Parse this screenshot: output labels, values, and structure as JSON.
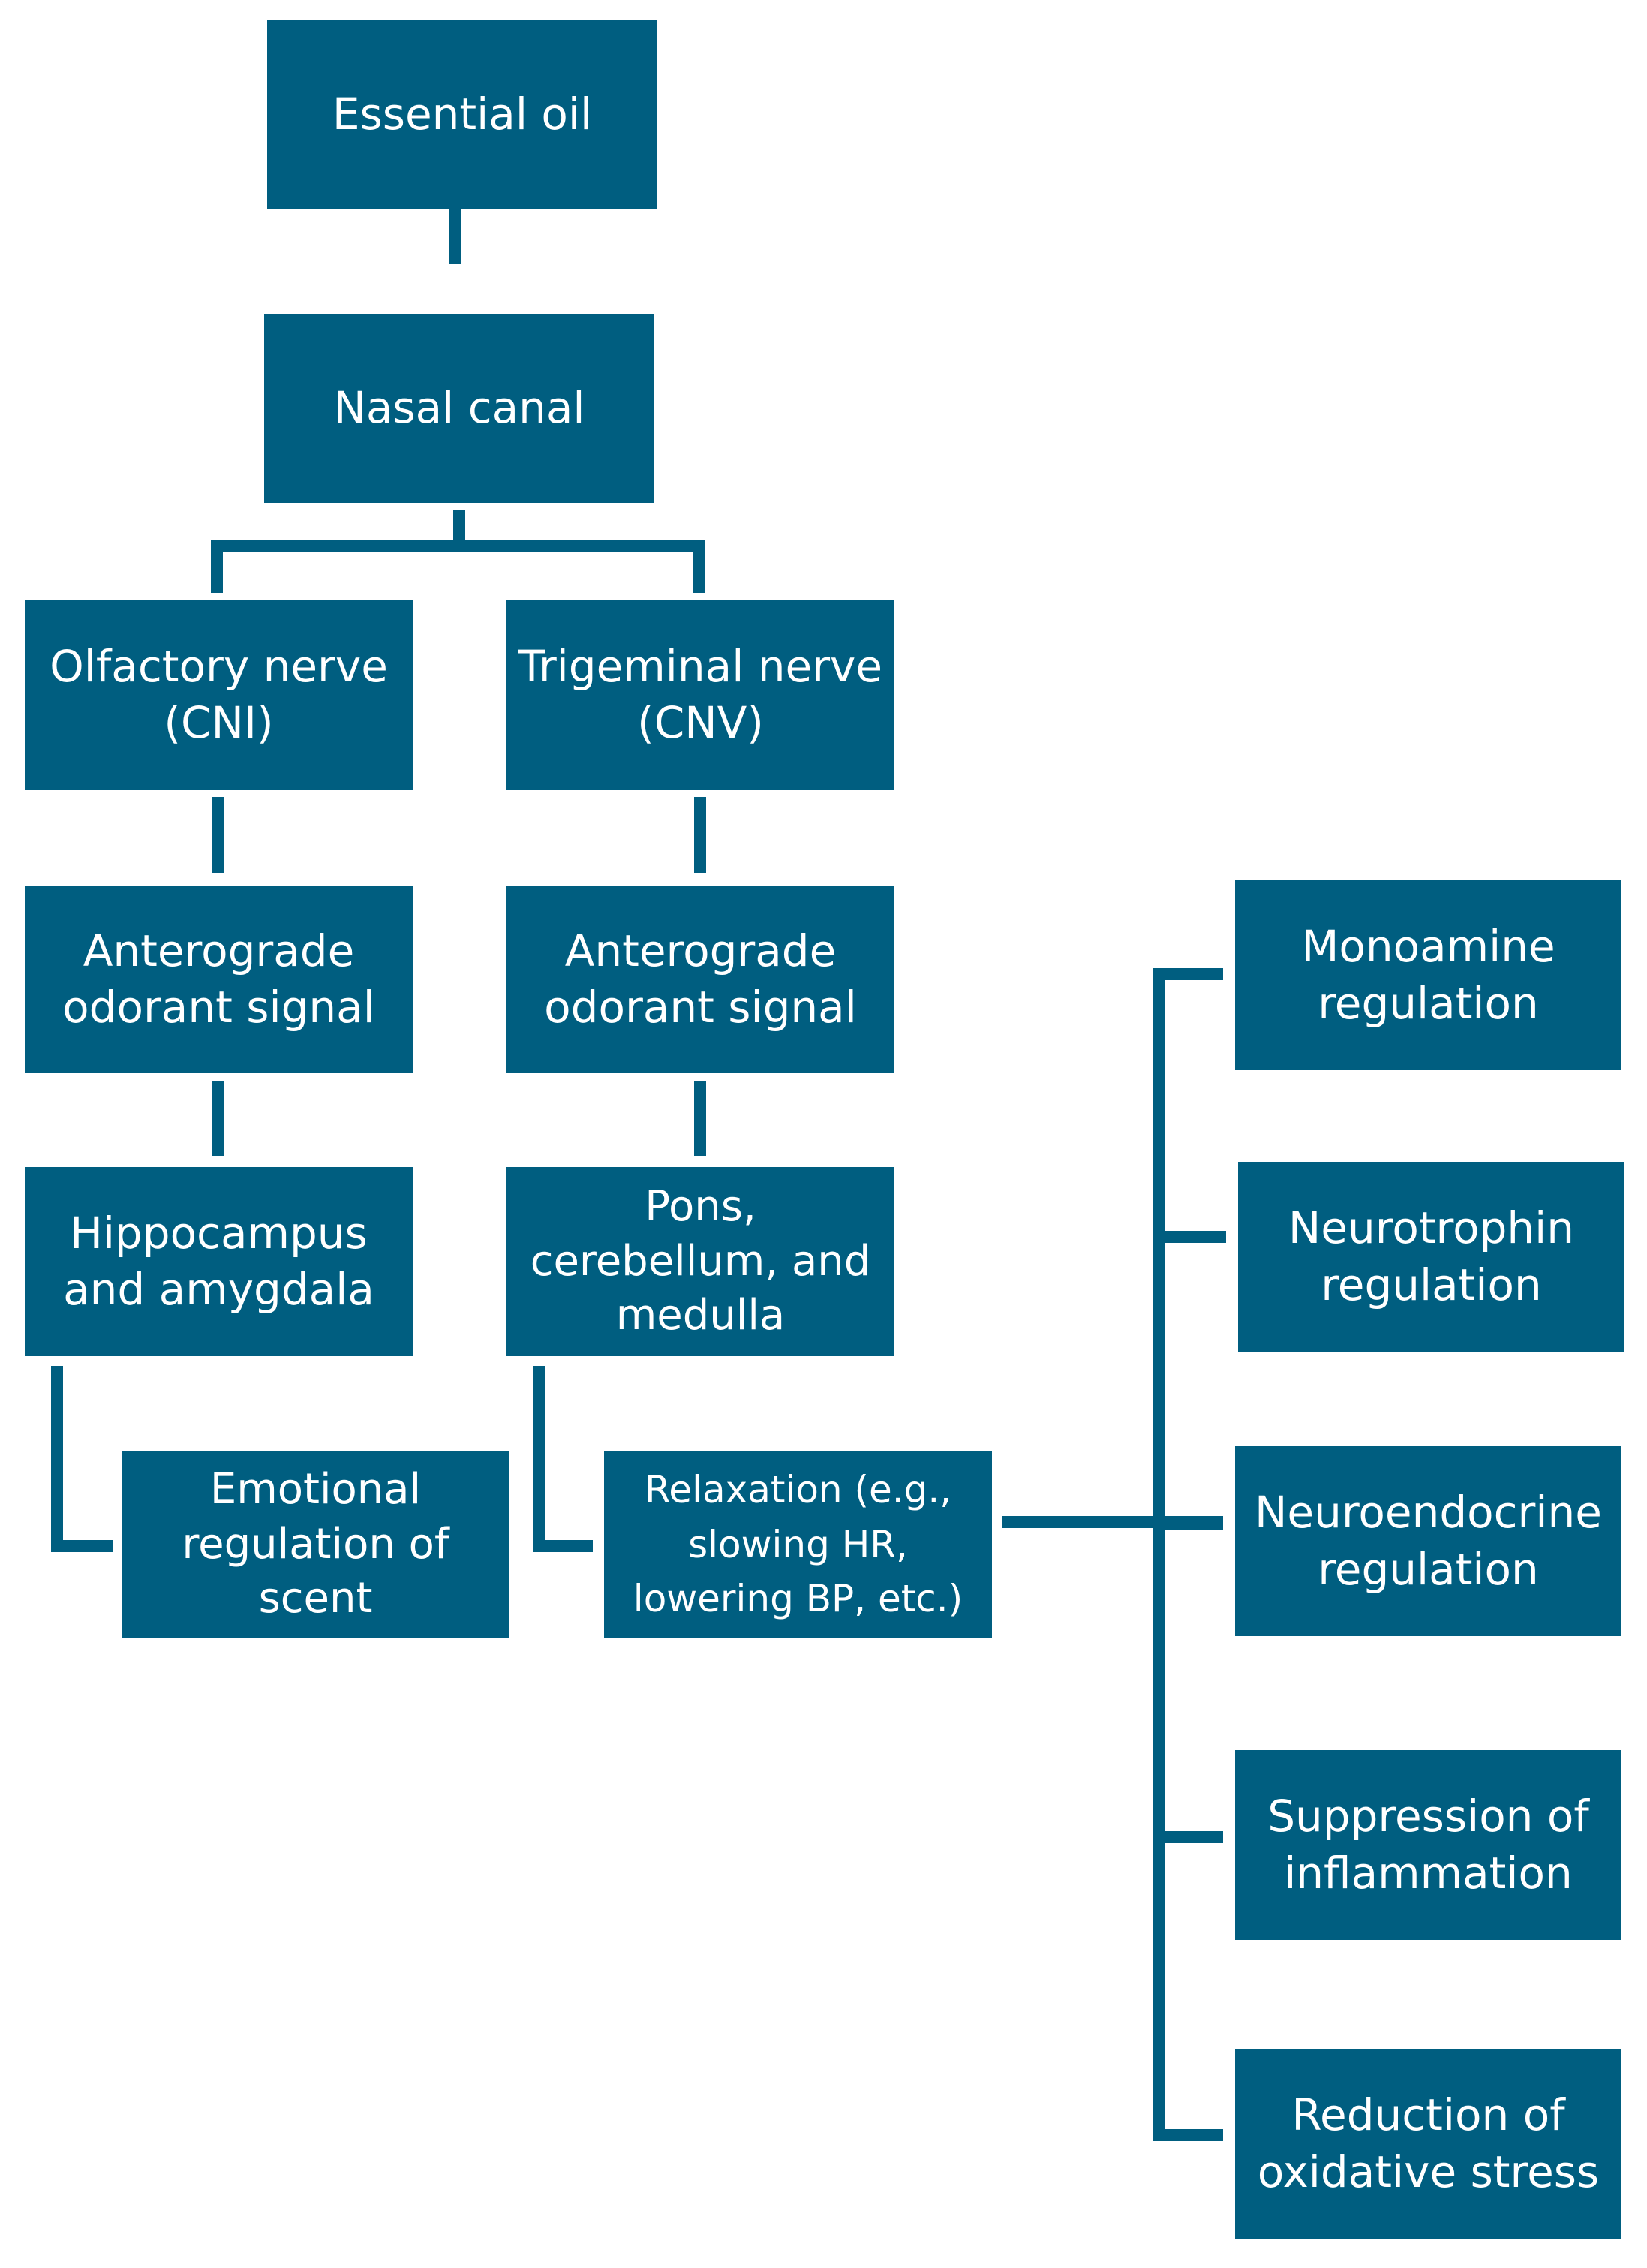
{
  "colors": {
    "box_fill": "#005e80",
    "connector": "#005e80",
    "text": "#ffffff",
    "background": "#ffffff"
  },
  "nodes": {
    "essential_oil": "Essential oil",
    "nasal_canal": "Nasal canal",
    "olfactory_nerve": "Olfactory nerve\n(CNI)",
    "trigeminal_nerve": "Trigeminal nerve\n(CNV)",
    "anterograde_left": "Anterograde\nodorant signal",
    "anterograde_right": "Anterograde\nodorant signal",
    "hippocampus": "Hippocampus\nand amygdala",
    "pons": "Pons,\ncerebellum, and\nmedulla",
    "emotional": "Emotional\nregulation of\nscent",
    "relaxation": "Relaxation  (e.g.,\nslowing HR,\nlowering BP, etc.)",
    "monoamine": "Monoamine\nregulation",
    "neurotrophin": "Neurotrophin\nregulation",
    "neuroendocrine": "Neuroendocrine\nregulation",
    "suppression": "Suppression of\ninflammation",
    "oxidative": "Reduction of\noxidative stress"
  }
}
